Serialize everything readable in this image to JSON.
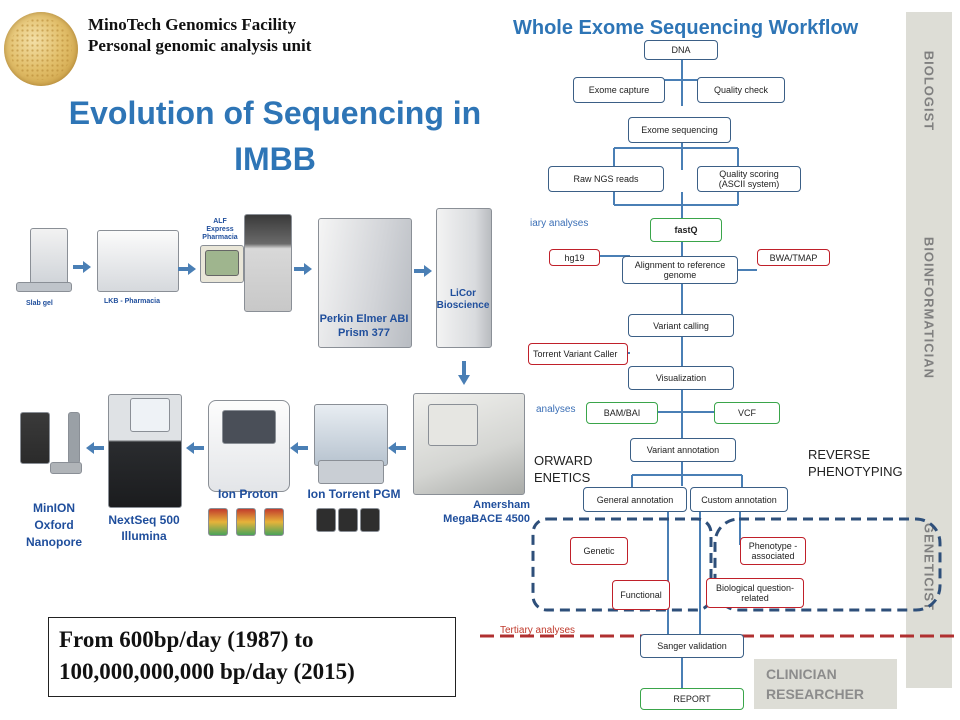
{
  "header": {
    "facility_name": "MinoTech Genomics Facility",
    "facility_unit": "Personal genomic analysis unit",
    "logo_icon": "seal-logo-icon"
  },
  "evolution": {
    "title_line1": "Evolution of Sequencing in",
    "title_line2": "IMBB",
    "machines": {
      "slab_gel": "Slab gel",
      "lkb": "LKB - Pharmacia",
      "alf": "ALF Express Pharmacia",
      "perkin_line1": "Perkin Elmer ABI",
      "perkin_line2": "Prism 377",
      "licor_line1": "LiCor",
      "licor_line2": "Bioscience",
      "amersham_line1": "Amersham",
      "amersham_line2": "MegaBACE 4500",
      "pgm": "Ion Torrent PGM",
      "proton": "Ion Proton",
      "nextseq_line1": "NextSeq 500",
      "nextseq_line2": "Illumina",
      "minion_line1": "MinION",
      "minion_line2": "Oxford",
      "minion_line3": "Nanopore"
    },
    "throughput_line1": "From 600bp/day (1987) to",
    "throughput_line2": "100,000,000,000 bp/day (2015)"
  },
  "workflow": {
    "title": "Whole Exome Sequencing Workflow",
    "nodes": {
      "dna": "DNA",
      "exome_capture": "Exome capture",
      "quality_check": "Quality check",
      "exome_sequencing": "Exome sequencing",
      "raw_ngs": "Raw NGS reads",
      "quality_scoring_line1": "Quality scoring",
      "quality_scoring_line2": "(ASCII system)",
      "fastq": "fastQ",
      "hg19": "hg19",
      "alignment_line1": "Alignment to reference",
      "alignment_line2": "genome",
      "bwa": "BWA/TMAP",
      "variant_calling": "Variant calling",
      "torrent_caller": "Torrent Variant Caller",
      "visualization": "Visualization",
      "bam": "BAM/BAI",
      "vcf": "VCF",
      "variant_annotation": "Variant annotation",
      "general_annotation": "General annotation",
      "custom_annotation": "Custom annotation",
      "genetic": "Genetic",
      "functional": "Functional",
      "phenotype_line1": "Phenotype -",
      "phenotype_line2": "associated",
      "bioq_line1": "Biological question-",
      "bioq_line2": "related",
      "sanger": "Sanger validation",
      "report": "REPORT"
    },
    "side_labels": {
      "primary": "iary analyses",
      "secondary": "analyses",
      "tertiary": "Tertiary analyses"
    },
    "forward_line1": "ORWARD",
    "forward_line2": "ENETICS",
    "reverse_line1": "REVERSE",
    "reverse_line2": "PHENOTYPING",
    "roles": {
      "biologist": "BIOLOGIST",
      "bioinformatician": "BIOINFORMATICIAN",
      "geneticist": "GENETICIST",
      "clinician": "CLINICIAN",
      "researcher": "RESEARCHER"
    },
    "colors": {
      "node_border": "#3b5f86",
      "red_border": "#c0202a",
      "green_border": "#3aa54a",
      "connector": "#4a7fb5",
      "dashed_group": "#2e4f7a",
      "tertiary_line": "#b03030"
    }
  }
}
